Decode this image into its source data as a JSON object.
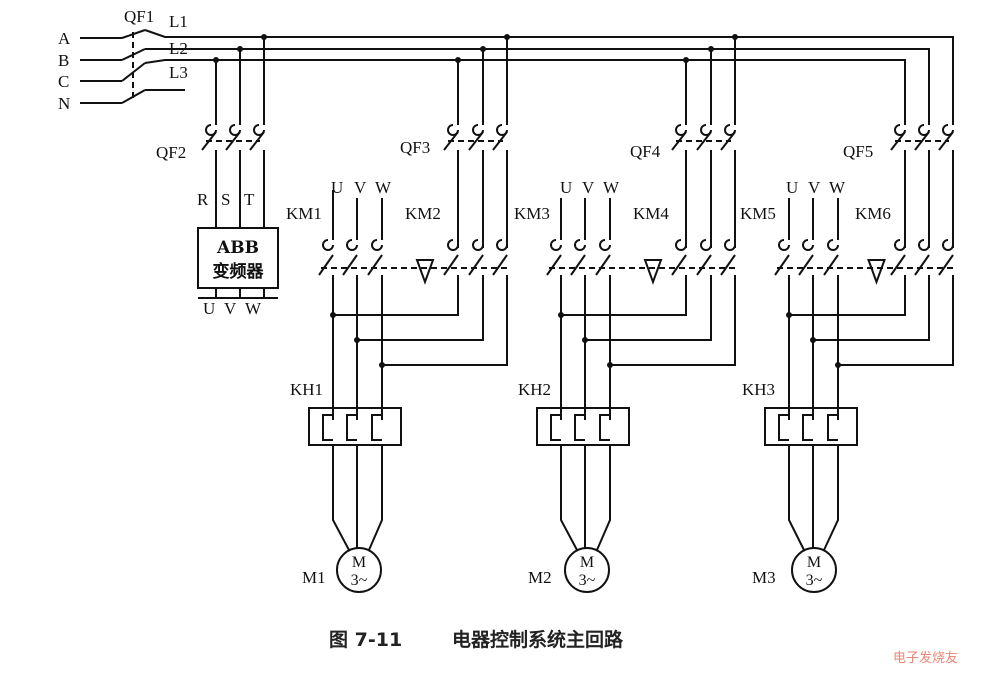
{
  "bus": {
    "phases": [
      "A",
      "B",
      "C",
      "N"
    ],
    "breaker": "QF1",
    "lines": [
      "L1",
      "L2",
      "L3"
    ]
  },
  "vfd_branch": {
    "breaker": "QF2",
    "inputs": [
      "R",
      "S",
      "T"
    ],
    "vfd_brand": "ABB",
    "vfd_name": "变频器",
    "outputs": [
      "U",
      "V",
      "W"
    ]
  },
  "motor_groups": [
    {
      "bypass_breaker": "QF3",
      "contactor_vfd": "KM1",
      "contactor_line": "KM2",
      "terminals": [
        "U",
        "V",
        "W"
      ],
      "overload_relay": "KH1",
      "motor": "M1"
    },
    {
      "bypass_breaker": "QF4",
      "contactor_vfd": "KM3",
      "contactor_line": "KM4",
      "terminals": [
        "U",
        "V",
        "W"
      ],
      "overload_relay": "KH2",
      "motor": "M2"
    },
    {
      "bypass_breaker": "QF5",
      "contactor_vfd": "KM5",
      "contactor_line": "KM6",
      "terminals": [
        "U",
        "V",
        "W"
      ],
      "overload_relay": "KH3",
      "motor": "M3"
    }
  ],
  "motor_symbol": {
    "letter": "M",
    "phase": "3~"
  },
  "caption": {
    "number": "图 7-11",
    "title": "电器控制系统主回路"
  },
  "watermark": "电子发烧友"
}
